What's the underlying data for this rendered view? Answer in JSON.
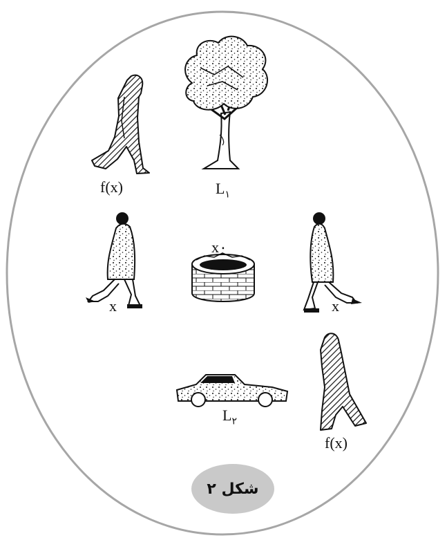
{
  "labels": {
    "walker_top_left": "f(x)",
    "tree_label_main": "L",
    "tree_label_sub": "۱",
    "well_label": "x۰",
    "walker_left_mid": "x",
    "walker_right_mid": "x",
    "car_label_main": "L",
    "car_label_sub": "۲",
    "walker_bottom_right": "f(x)"
  },
  "caption": "شکل ۲"
}
